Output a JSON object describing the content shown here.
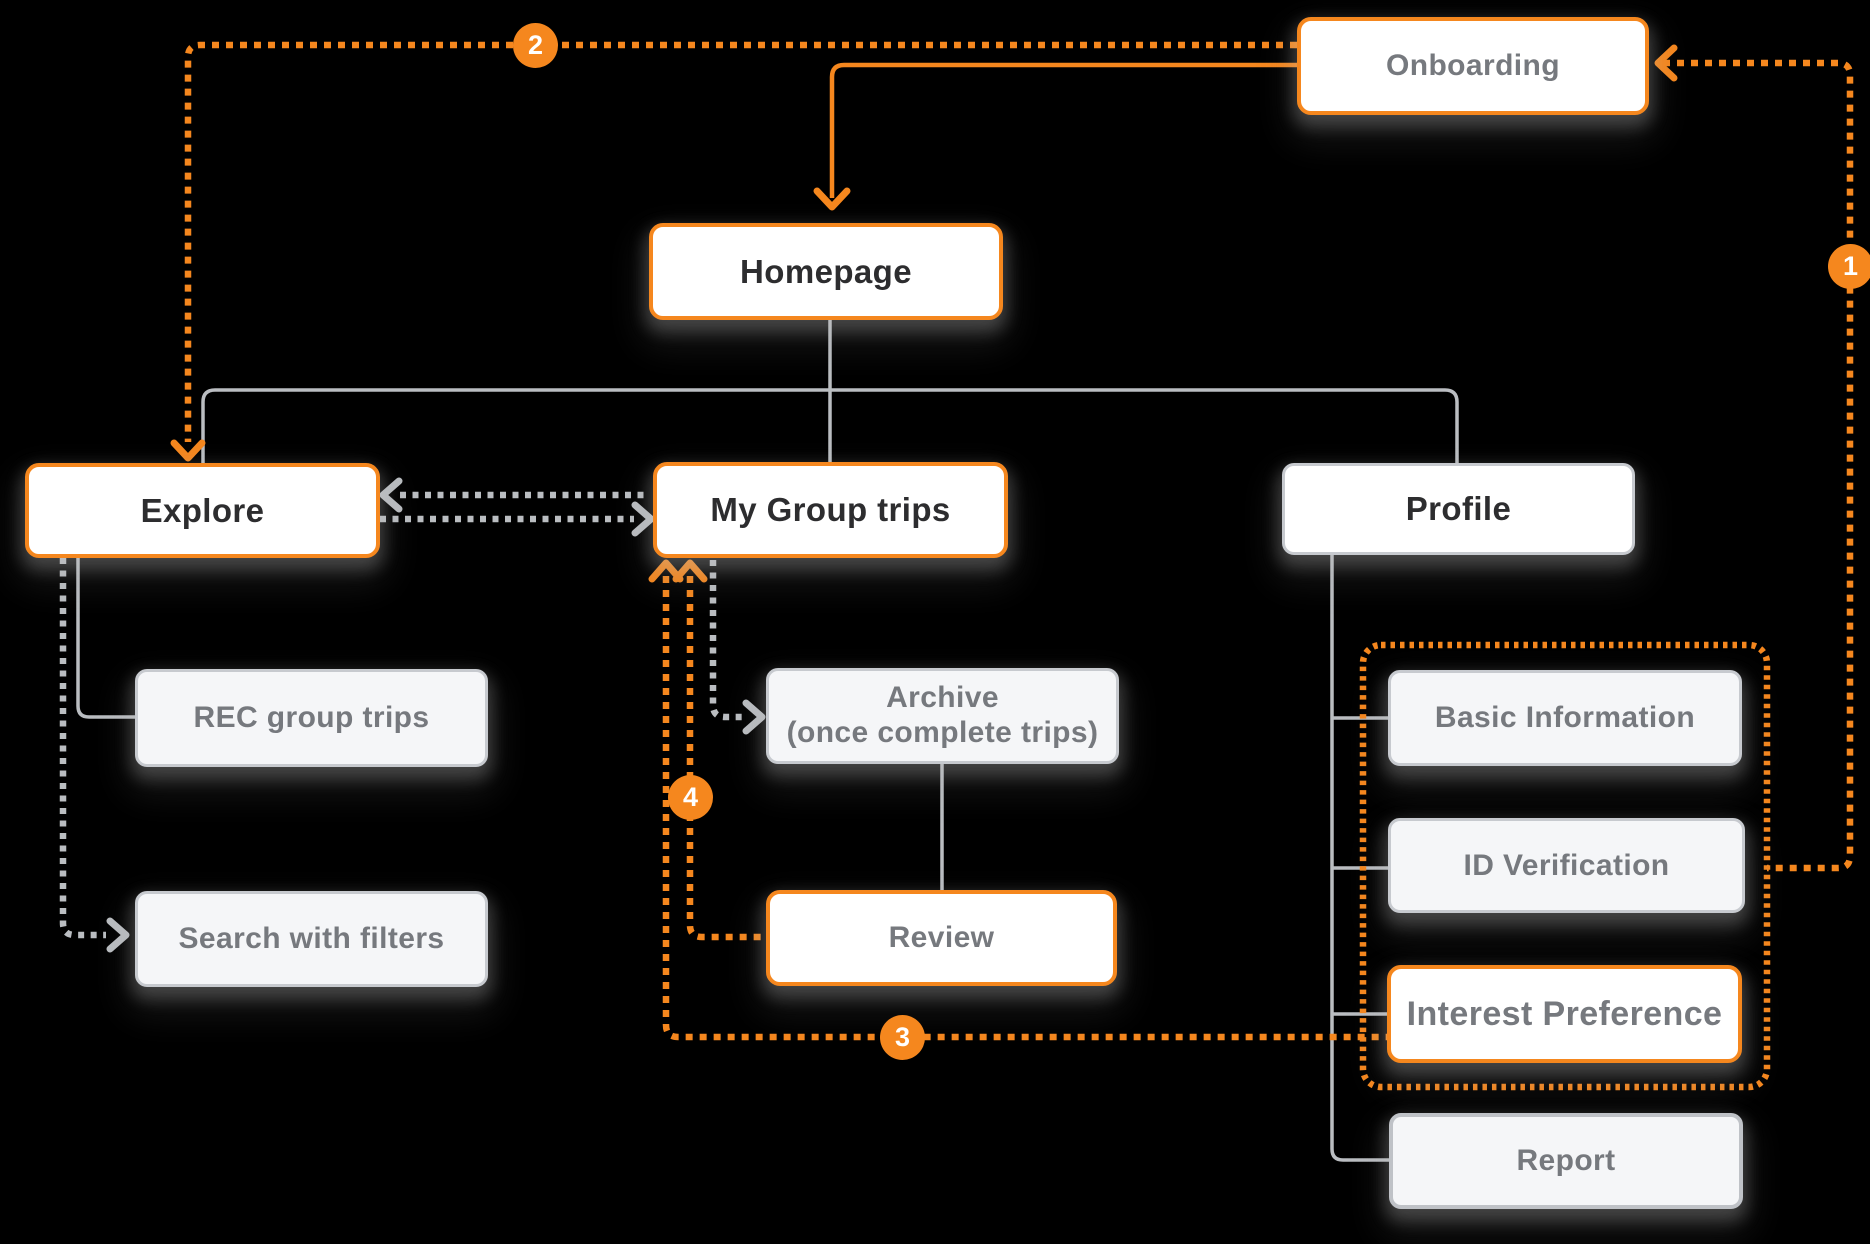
{
  "colors": {
    "accent": "#F5871E",
    "line_gray": "#BABDC1",
    "border_gray": "#C7CACF",
    "subbox_fill": "#F5F6F8",
    "box_fill": "#FFFFFF",
    "text_dark": "#2D2D2F",
    "text_gray": "#76797E",
    "background": "#000000"
  },
  "nodes": {
    "onboarding": {
      "label": "Onboarding"
    },
    "homepage": {
      "label": "Homepage"
    },
    "explore": {
      "label": "Explore"
    },
    "my_group_trips": {
      "label": "My Group trips"
    },
    "profile": {
      "label": "Profile"
    },
    "rec_group_trips": {
      "label": "REC group trips"
    },
    "search_with_filters": {
      "label": "Search with filters"
    },
    "archive": {
      "line1": "Archive",
      "line2": "(once complete trips)"
    },
    "review": {
      "label": "Review"
    },
    "basic_information": {
      "label": "Basic Information"
    },
    "id_verification": {
      "label": "ID Verification"
    },
    "interest_preference": {
      "label": "Interest Preference"
    },
    "report": {
      "label": "Report"
    }
  },
  "badges": {
    "one": "1",
    "two": "2",
    "three": "3",
    "four": "4"
  }
}
